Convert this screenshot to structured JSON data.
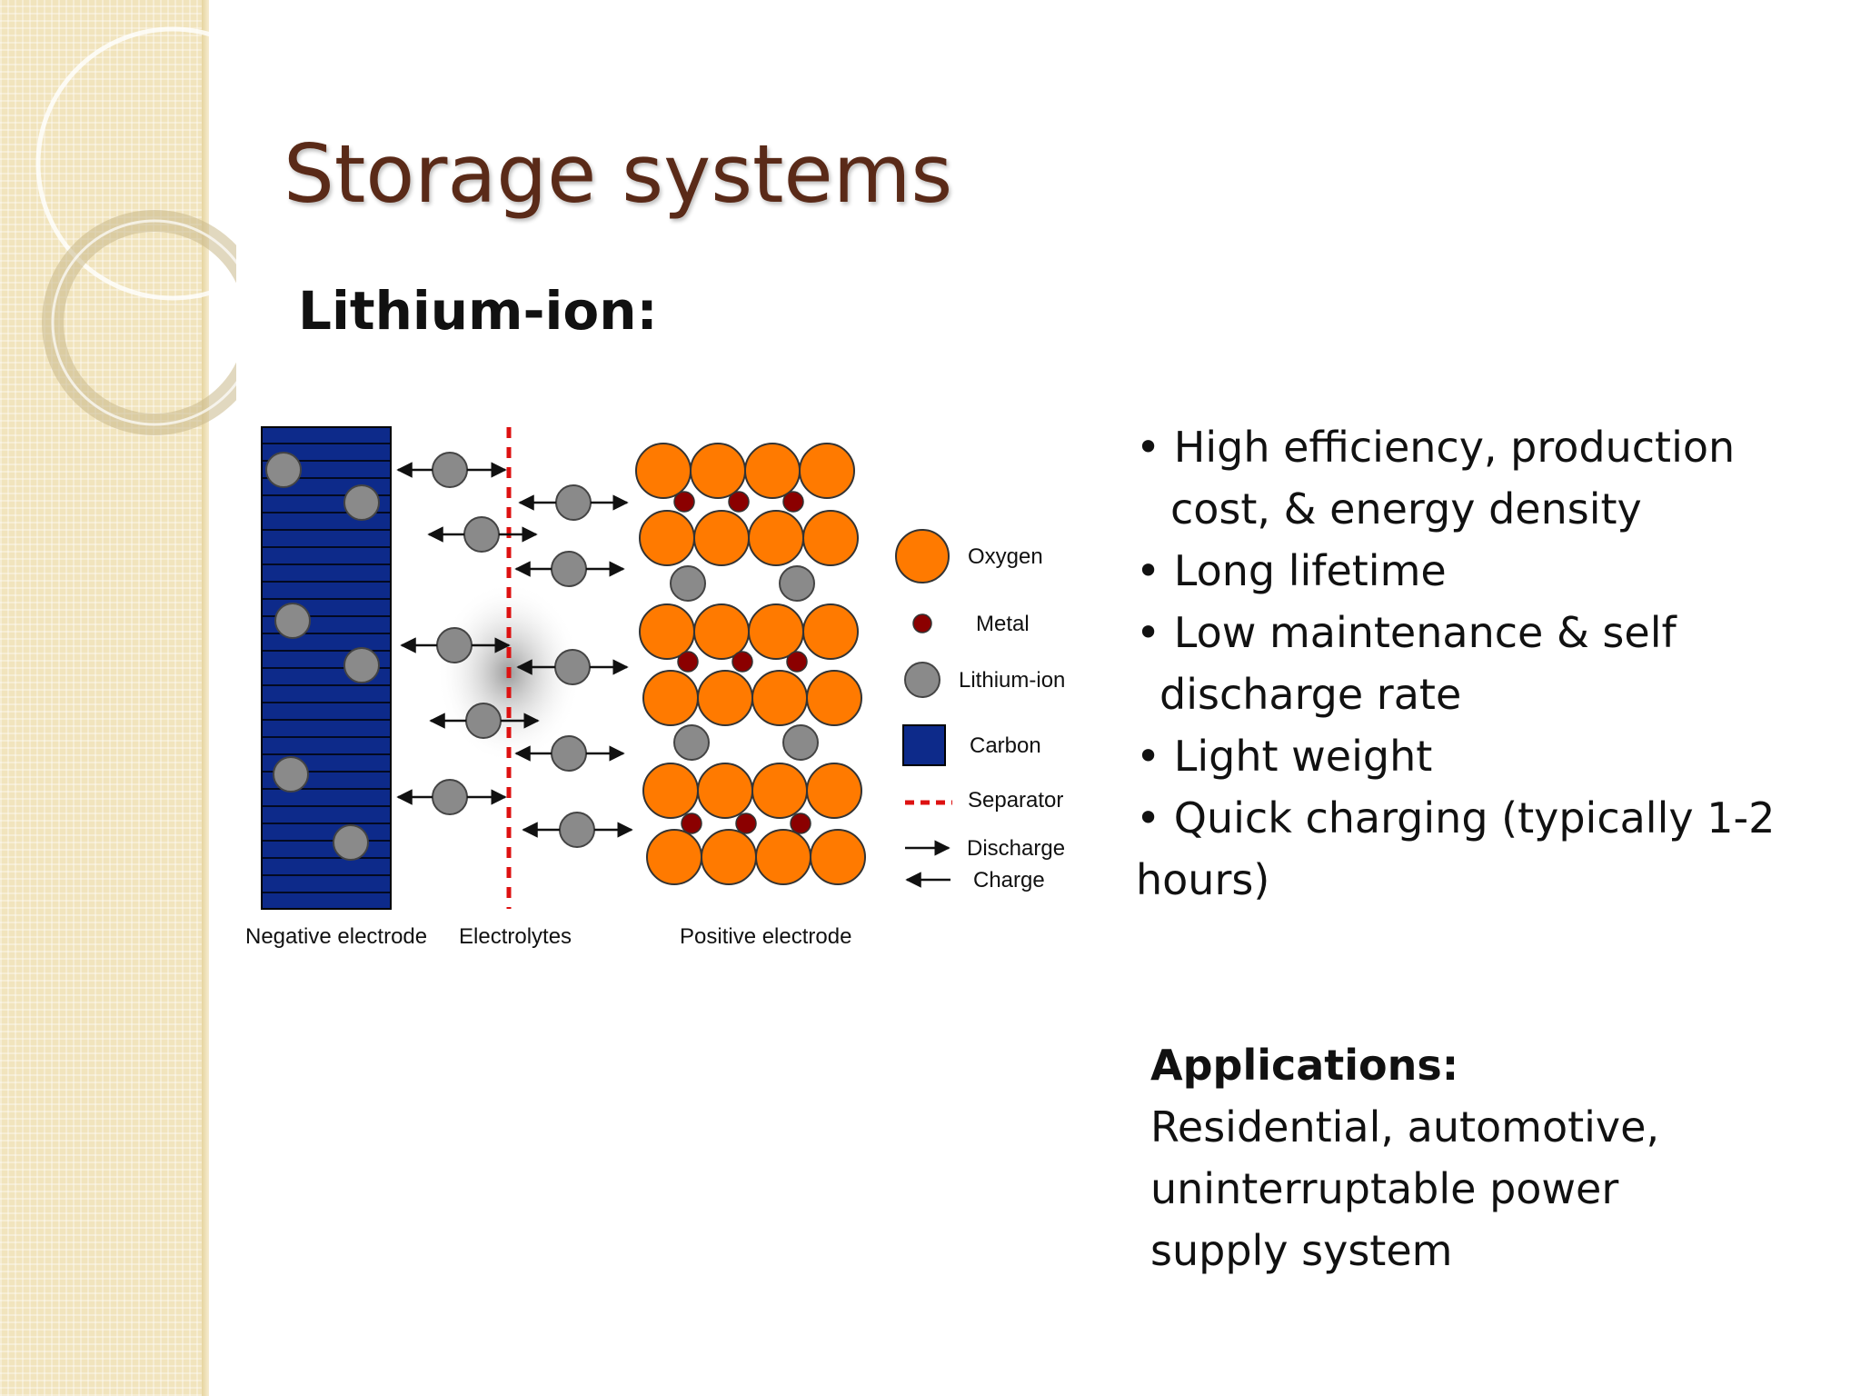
{
  "slide": {
    "title": "Storage systems",
    "subtitle": "Lithium-ion:"
  },
  "diagram": {
    "labels": {
      "negative": "Negative electrode",
      "electrolytes": "Electrolytes",
      "positive": "Positive electrode"
    },
    "legend": [
      {
        "icon": "oxygen-circle",
        "label": "Oxygen",
        "color": "#ff7a00"
      },
      {
        "icon": "metal-dot",
        "label": "Metal",
        "color": "#8b0000"
      },
      {
        "icon": "lithium-ion-circle",
        "label": "Lithium-ion",
        "color": "#808080"
      },
      {
        "icon": "carbon-square",
        "label": "Carbon",
        "color": "#0d2a8a"
      },
      {
        "icon": "separator-dashed-line",
        "label": "Separator",
        "color": "#dd1111"
      },
      {
        "icon": "right-arrow",
        "label": "Discharge"
      },
      {
        "icon": "left-arrow",
        "label": "Charge"
      }
    ]
  },
  "bullets": {
    "lines": [
      "• High efficiency, production",
      "cost, & energy density",
      "• Long lifetime",
      "• Low maintenance & self",
      "discharge rate",
      "• Light weight",
      "• Quick charging (typically 1-2",
      "hours)"
    ]
  },
  "applications": {
    "heading": "Applications:",
    "lines": [
      "Residential, automotive,",
      "uninterruptable power",
      "supply system"
    ]
  },
  "colors": {
    "title": "#5a2a18",
    "panel": "#f1e4bd",
    "carbon": "#0d2a8a",
    "oxygen": "#ff7a00",
    "metal": "#8b0000",
    "lithium": "#808080",
    "separator": "#dd1111"
  }
}
